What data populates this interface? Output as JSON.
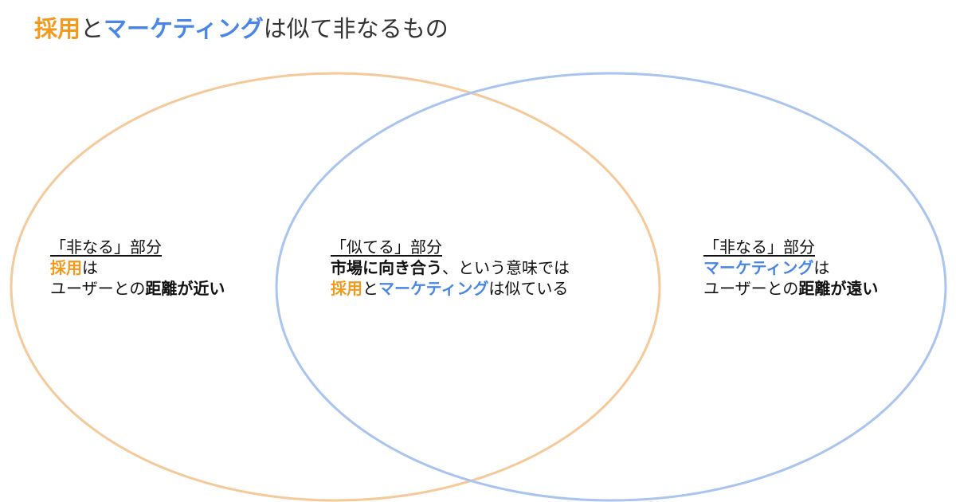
{
  "title": {
    "part1": "採用",
    "part2": "と",
    "part3": "マーケティング",
    "part4": "は似て非なるもの"
  },
  "colors": {
    "orange": "#f39a1e",
    "blue": "#4a86e8",
    "left_circle": "#f5c99a",
    "right_circle": "#a9c4f0"
  },
  "left": {
    "heading": "「非なる」部分",
    "line1_colored": "採用",
    "line1_rest": "は",
    "line2_plain": "ユーザーとの",
    "line2_bold": "距離が近い"
  },
  "center": {
    "heading": "「似てる」部分",
    "line1_bold": "市場に向き合う",
    "line1_rest": "、という意味では",
    "line2_orange": "採用",
    "line2_mid": "と",
    "line2_blue": "マーケティング",
    "line2_rest": "は似ている"
  },
  "right": {
    "heading": "「非なる」部分",
    "line1_colored": "マーケティング",
    "line1_rest": "は",
    "line2_plain": "ユーザーとの",
    "line2_bold": "距離が遠い"
  }
}
